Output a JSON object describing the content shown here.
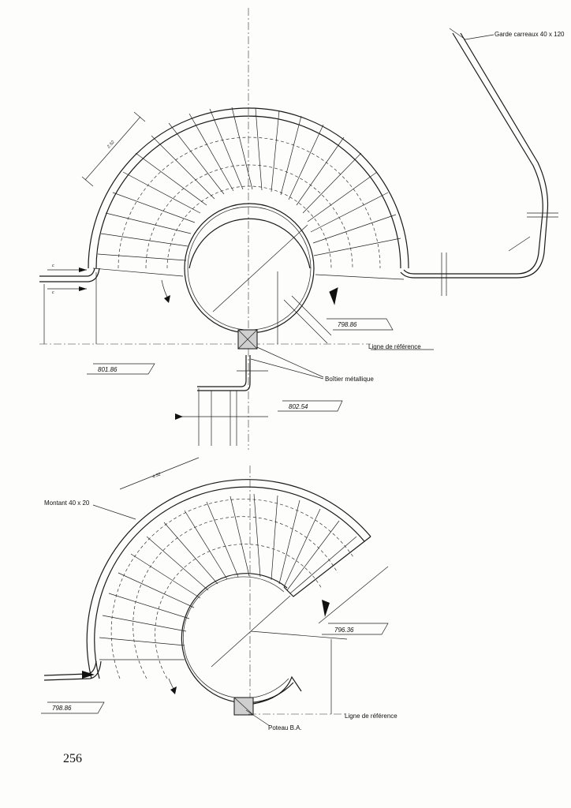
{
  "labels": {
    "garde": "Garde carreaux 40 x 120",
    "ligne_top": "Ligne de référence",
    "boitier": "Boîtier métallique",
    "montant": "Montant 40 x 20",
    "ligne_bottom": "Ligne de référence",
    "poteau": "Poteau B.A."
  },
  "levels": {
    "top_right": "798.86",
    "top_left": "801.86",
    "top_bottom": "802.54",
    "bottom_right": "796.36",
    "bottom_left": "798.86"
  },
  "dimension_marks": {
    "c_upper": "c",
    "c_lower": "c",
    "top_len": "2.52",
    "bottom_len": "4.32"
  },
  "page_number": "256"
}
